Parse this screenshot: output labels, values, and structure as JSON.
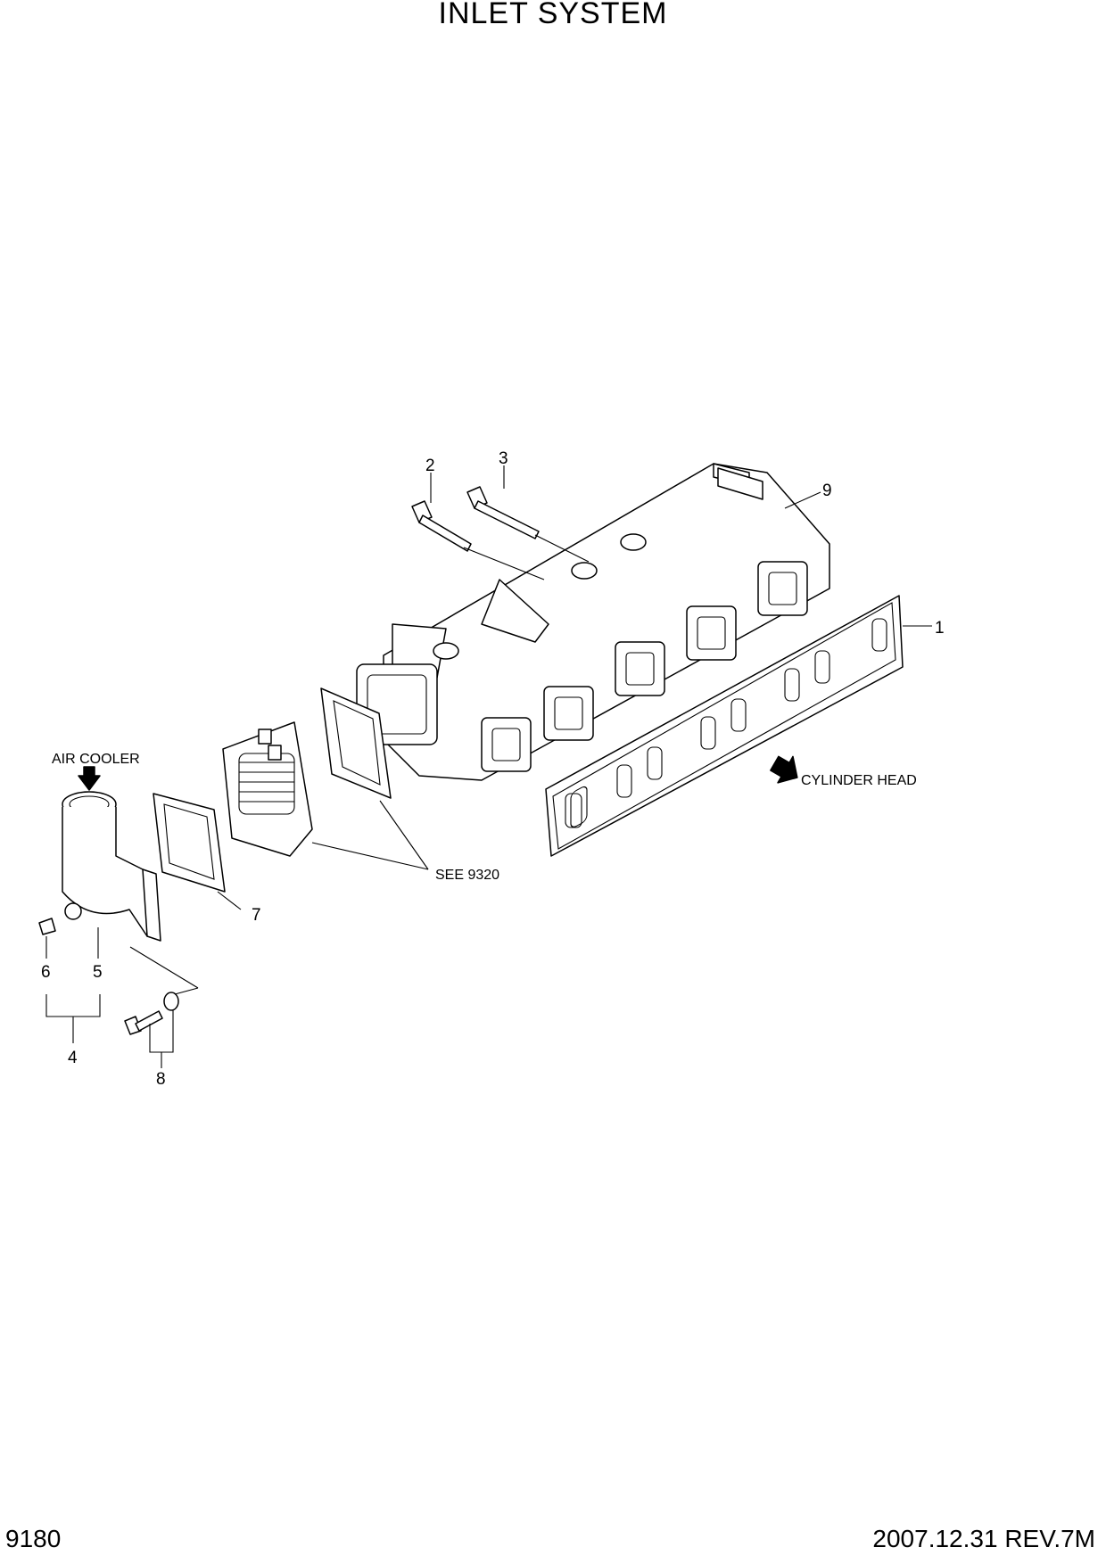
{
  "page": {
    "title": "INLET SYSTEM",
    "page_number": "9180",
    "revision": "2007.12.31  REV.7M"
  },
  "diagram": {
    "notes": {
      "air_cooler": "AIR COOLER",
      "cylinder_head": "CYLINDER HEAD",
      "see_ref": "SEE 9320"
    },
    "callouts": [
      "1",
      "2",
      "3",
      "4",
      "5",
      "6",
      "7",
      "8",
      "9"
    ]
  }
}
